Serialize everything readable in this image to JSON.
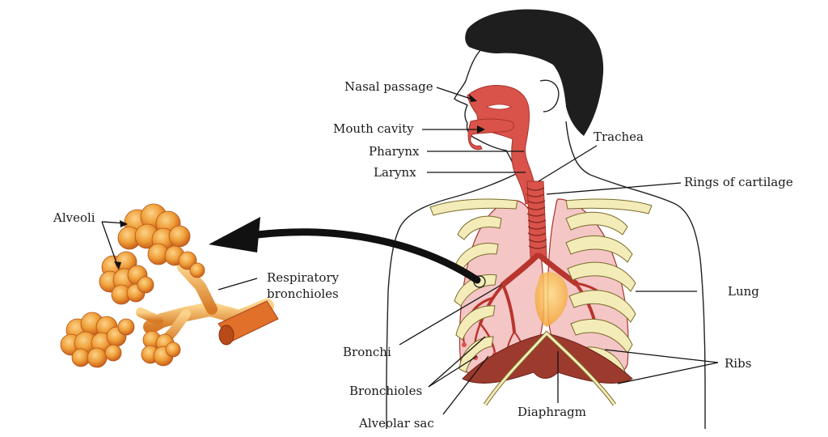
{
  "labels": {
    "nasal_passage": "Nasal passage",
    "mouth_cavity": "Mouth cavity",
    "pharynx": "Pharynx",
    "larynx": "Larynx",
    "trachea": "Trachea",
    "rings_of_cartilage": "Rings of cartilage",
    "lung": "Lung",
    "ribs": "Ribs",
    "diaphragm": "Diaphragm",
    "alveolar_sac": "Alveolar sac",
    "bronchioles": "Bronchioles",
    "bronchi": "Bronchi",
    "alveoli": "Alveoli",
    "respiratory_bronchioles_line1": "Respiratory",
    "respiratory_bronchioles_line2": "bronchioles"
  },
  "colors": {
    "airway": "#d9534a",
    "airway_dark": "#a8332c",
    "lung_fill": "#f4c6c6",
    "rib_fill": "#f3ecb8",
    "hair": "#1e1e1e",
    "alveoli_fill": "#f0a03a",
    "alveoli_dark": "#c9601a",
    "diaphragm": "#9c3a2e",
    "arrow": "#111111"
  }
}
